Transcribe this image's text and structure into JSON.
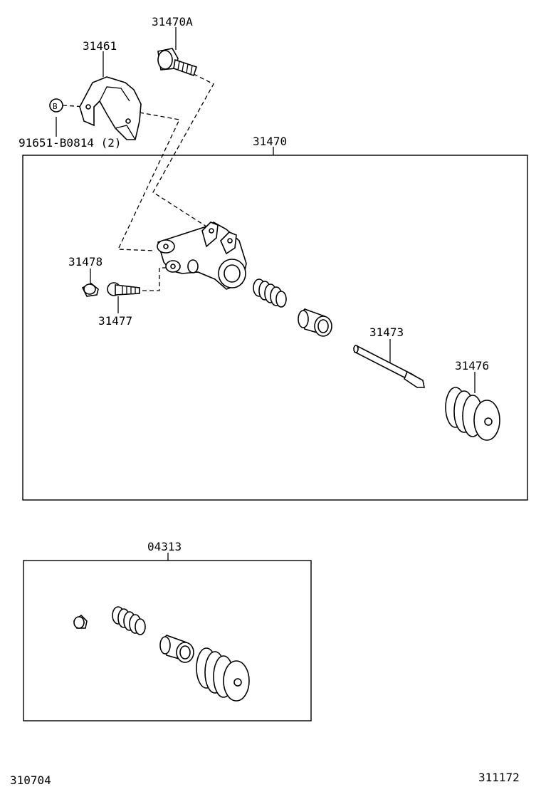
{
  "labels": {
    "part_31470A": "31470A",
    "part_31461": "31461",
    "callout_b": "B",
    "part_91651": "91651-B0814 (2)",
    "part_31470": "31470",
    "part_31478": "31478",
    "part_31477": "31477",
    "part_31473": "31473",
    "part_31476": "31476",
    "part_04313": "04313",
    "code_left": "310704",
    "code_right": "311172"
  }
}
